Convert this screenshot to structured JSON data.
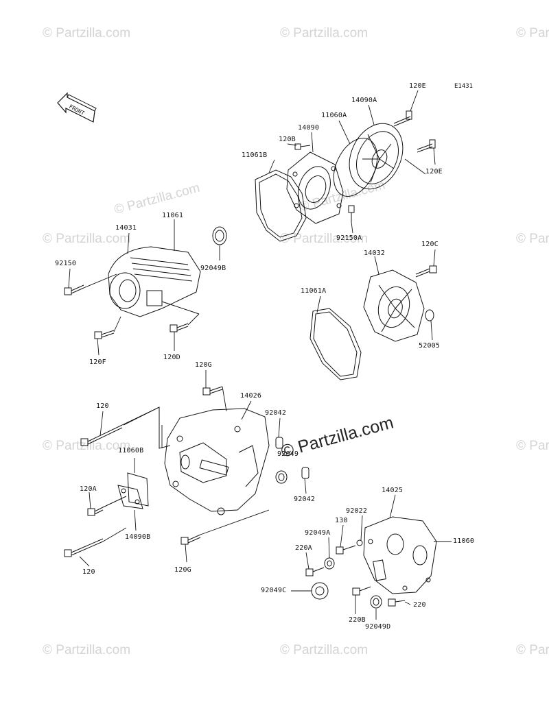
{
  "diagram": {
    "code": "E1431",
    "front_arrow": "FRONT",
    "watermarks": [
      "© Partzilla.com",
      "© Partzilla.com",
      "© Partzilla.com",
      "© Partzilla.com",
      "© Partzilla.com",
      "© Partzilla.com",
      "© Partzilla.com",
      "© Partzilla.com",
      "© Partzilla.com",
      "© Partzilla.com",
      "© Partzilla.com",
      "© Partzilla.com",
      "© Partzilla.com"
    ],
    "watermark_center": "© Partzilla.com",
    "parts": [
      "14090A",
      "120E",
      "11060A",
      "14090",
      "120B",
      "11061B",
      "120E",
      "92150A",
      "11061",
      "14031",
      "92049B",
      "92150",
      "120C",
      "14032",
      "11061A",
      "120F",
      "120D",
      "52005",
      "120G",
      "14026",
      "120",
      "92042",
      "11060B",
      "92049",
      "120A",
      "92042",
      "14090B",
      "14025",
      "130",
      "92022",
      "92049A",
      "11060",
      "220A",
      "120",
      "120G",
      "92049C",
      "220",
      "220B",
      "92049D"
    ]
  }
}
